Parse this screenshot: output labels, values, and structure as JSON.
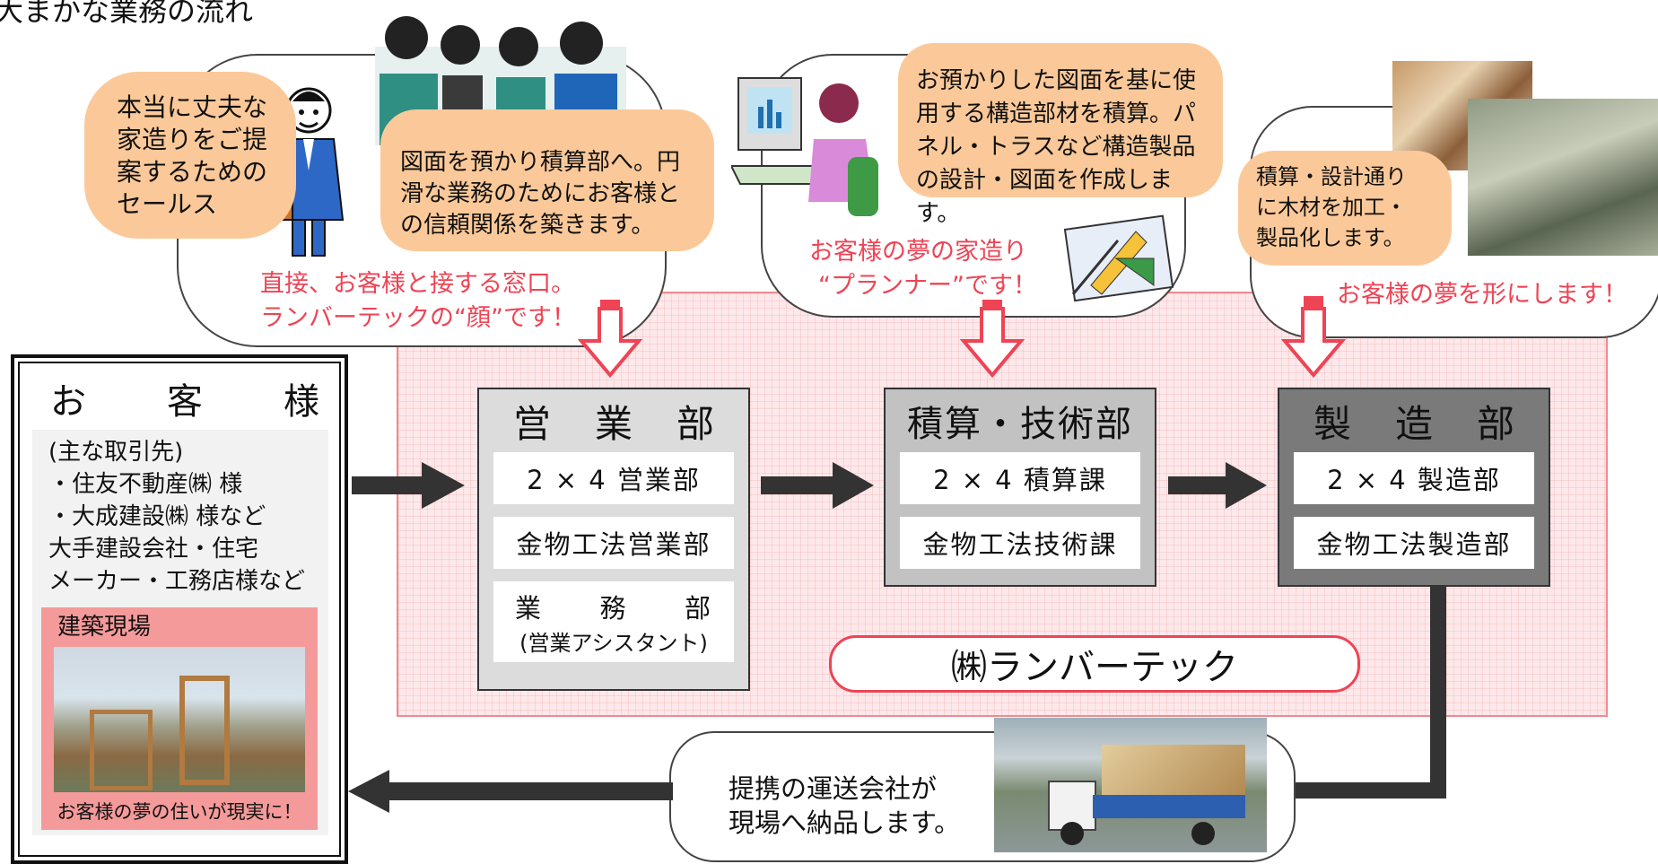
{
  "page_title": "大まかな業務の流れ",
  "customer": {
    "title_chars": [
      "お",
      "客",
      "様"
    ],
    "lines": [
      "(主な取引先)",
      "・住友不動産㈱ 様",
      "・大成建設㈱ 様など",
      "大手建設会社・住宅",
      "メーカー・工務店様など"
    ],
    "site_label": "建築現場",
    "site_caption": "お客様の夢の住いが現実に！"
  },
  "sales": {
    "bubble1": "本当に丈夫な家造りをご提案するためのセールス",
    "bubble2": "図面を預かり積算部へ。円滑な業務のためにお客様との信頼関係を築きます。",
    "red_line1": "直接、お客様と接する窓口。",
    "red_line2": "ランバーテックの“顔”です！"
  },
  "estimation": {
    "bubble": "お預かりした図面を基に使用する構造部材を積算。パネル・トラスなど構造製品の設計・図面を作成します。",
    "red_line1": "お客様の夢の家造り",
    "red_line2": "“プランナー”です！"
  },
  "manufacturing": {
    "bubble": "積算・設計通りに木材を加工・製品化します。",
    "red_line": "お客様の夢を形にします！"
  },
  "departments": {
    "sales": {
      "title_chars": [
        "営",
        "業",
        "部"
      ],
      "items": [
        "2 × 4 営業部",
        "金物工法営業部"
      ],
      "gyomu_chars": [
        "業",
        "務",
        "部"
      ],
      "gyomu_sub": "(営業アシスタント)"
    },
    "estimation": {
      "title": "積算・技術部",
      "items": [
        "2 × 4 積算課",
        "金物工法技術課"
      ]
    },
    "manufacturing": {
      "title_chars": [
        "製",
        "造",
        "部"
      ],
      "items": [
        "2 × 4 製造部",
        "金物工法製造部"
      ]
    }
  },
  "company_name": "㈱ランバーテック",
  "delivery": {
    "line1": "提携の運送会社が",
    "line2": "現場へ納品します。"
  },
  "colors": {
    "accent_red": "#ee4455",
    "bubble_orange": "#fbc999",
    "company_bg": "#fde8ea",
    "dept_sales": "#dcdcdc",
    "dept_estimation": "#c2c2c2",
    "dept_manufacturing": "#7a7a7a"
  }
}
